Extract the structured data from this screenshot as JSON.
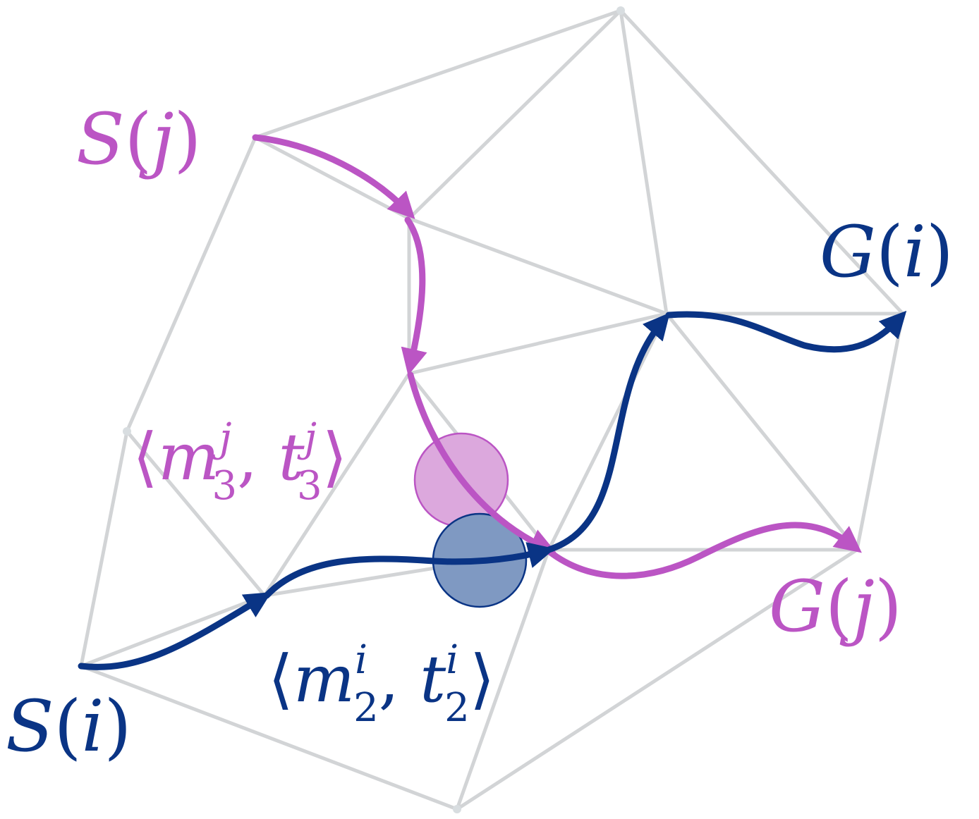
{
  "colors": {
    "agent_i": "#0a3485",
    "agent_j": "#bb55c4",
    "mesh": "#d2d4d6",
    "conflict_i_fill": "#7f99c2",
    "conflict_j_fill": "#dca8dd"
  },
  "labels": {
    "start_j": {
      "name": "S",
      "arg": "j"
    },
    "start_i": {
      "name": "S",
      "arg": "i"
    },
    "goal_i": {
      "name": "G",
      "arg": "i"
    },
    "goal_j": {
      "name": "G",
      "arg": "j"
    },
    "state_j": {
      "m": "m",
      "t": "t",
      "sub": "3",
      "sup": "j"
    },
    "state_i": {
      "m": "m",
      "t": "t",
      "sub": "2",
      "sup": "i"
    }
  }
}
